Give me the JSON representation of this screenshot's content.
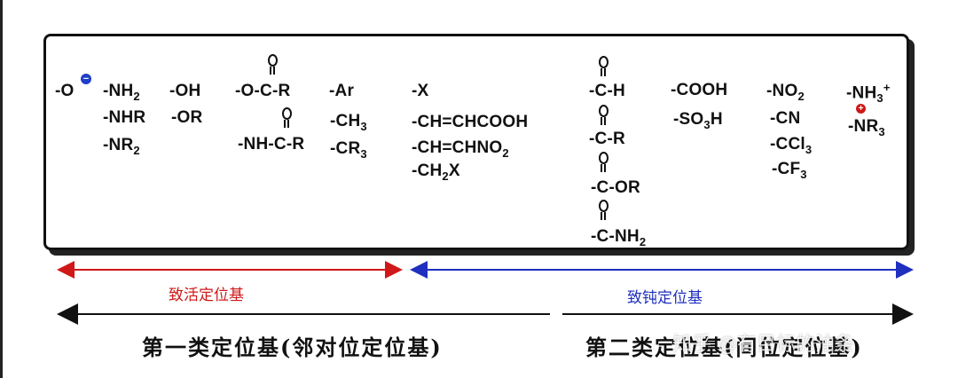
{
  "groups": {
    "o_minus": "-O",
    "nh2": "-NH2",
    "nhr": "-NHR",
    "nr2": "-NR2",
    "oh": "-OH",
    "or": "-OR",
    "ocor": "-O-C-R",
    "nhcor": "-NH-C-R",
    "ar": "-Ar",
    "ch3": "-CH3",
    "cr3": "-CR3",
    "x": "-X",
    "chchcooh": "-CH=CHCOOH",
    "chchno2": "-CH=CHNO2",
    "ch2x": "-CH2X",
    "cho": "-C-H",
    "cor": "-C-R",
    "coor": "-C-OR",
    "conh2": "-C-NH2",
    "cooh": "-COOH",
    "so3h": "-SO3H",
    "no2": "-NO2",
    "cn": "-CN",
    "ccl3": "-CCl3",
    "cf3": "-CF3",
    "nh3": "-NH3+",
    "nr3": "-NR3"
  },
  "arrows": {
    "activating": "致活定位基",
    "deactivating": "致钝定位基",
    "first_class": "第一类定位基(邻对位定位基)",
    "second_class": "第二类定位基(间位定位基)"
  },
  "watermark": "知乎 @有目标的油条",
  "colors": {
    "activating": "#d01818",
    "deactivating": "#1f2fbf",
    "black": "#111111"
  }
}
